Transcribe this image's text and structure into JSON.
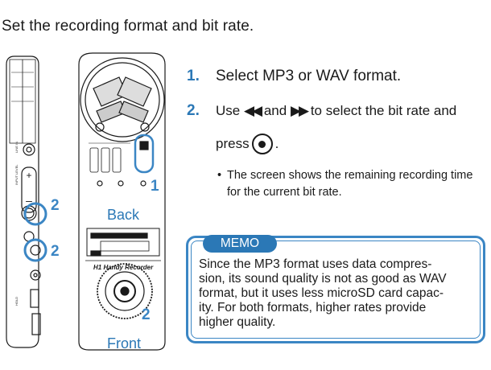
{
  "intro": "Set the recording format and bit rate.",
  "steps": [
    {
      "num": "1.",
      "text": "Select MP3 or WAV format."
    },
    {
      "num": "2.",
      "pre": "Use ",
      "rew": "◀◀",
      "mid": " and ",
      "ff": "▶▶",
      "post": " to select the bit rate and",
      "press": "press",
      "period": "."
    }
  ],
  "bullet": {
    "mark": "•",
    "text": "The screen shows the remaining recording time for the current bit rate."
  },
  "memo": {
    "title": "MEMO",
    "lines": [
      "Since the MP3 format uses data compres-",
      "sion, its sound quality is not as good as WAV",
      "format, but it uses less microSD card capac-",
      "ity. For both formats, higher rates provide",
      "higher quality."
    ]
  },
  "captions": {
    "back": "Back",
    "front": "Front"
  },
  "callouts": {
    "one": "1",
    "two": "2"
  },
  "device": {
    "brand": "H1 Handy Recorder"
  },
  "colors": {
    "accent": "#2b78b6",
    "memo_border": "#3b86c4",
    "text": "#1a1a1a"
  },
  "icons": {
    "enter": "center-button-icon",
    "rewind": "rewind-icon",
    "forward": "fast-forward-icon"
  }
}
